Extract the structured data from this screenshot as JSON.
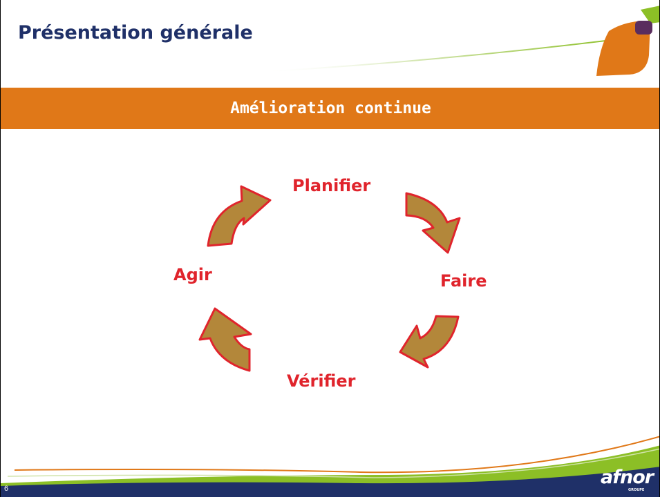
{
  "slide": {
    "title": "Présentation générale",
    "banner": "Amélioration continue",
    "page_number": "6"
  },
  "cycle": {
    "steps": [
      "Planifier",
      "Faire",
      "Vérifier",
      "Agir"
    ]
  },
  "logo": {
    "text": "afnor",
    "subtext": "GROUPE"
  },
  "colors": {
    "title": "#1f3068",
    "banner": "#e07818",
    "label": "#e0242c",
    "arrow_fill": "#b3873a",
    "arrow_stroke": "#e0242c",
    "footer_green": "#8cbf26",
    "footer_navy": "#1f3068",
    "logo_orange": "#e07818",
    "logo_purple": "#5a2d5e",
    "logo_green": "#8cbf26"
  }
}
